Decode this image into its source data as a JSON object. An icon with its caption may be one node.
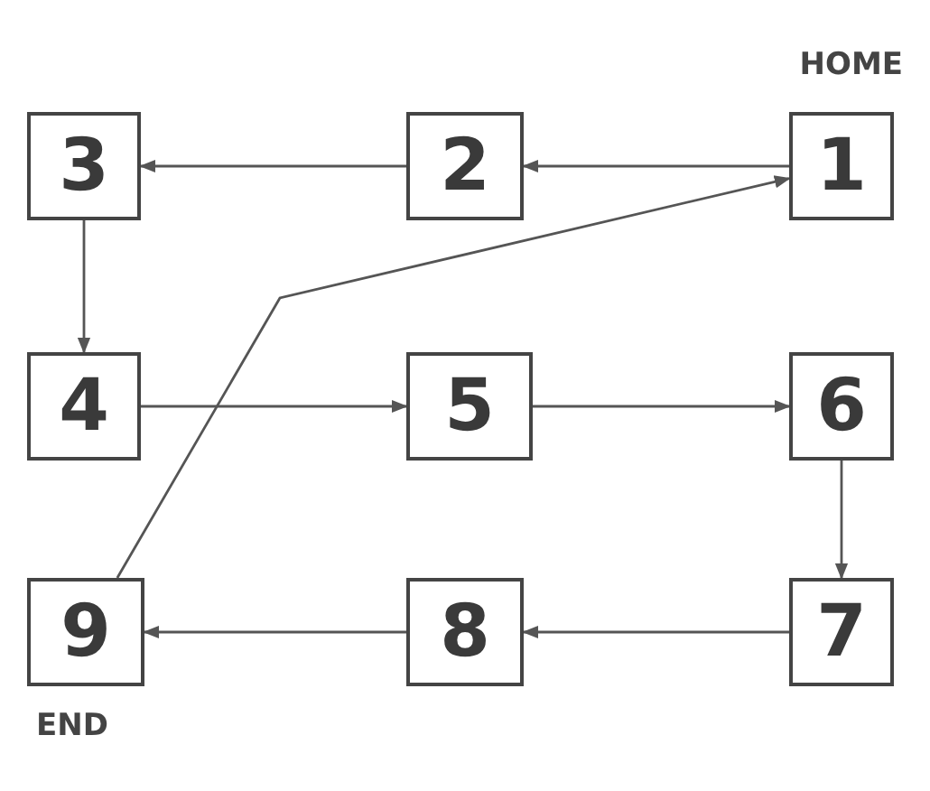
{
  "diagram": {
    "nodes": [
      {
        "text": [
          "1"
        ],
        "beside": [
          "HOME"
        ]
      },
      {
        "text": [
          "2"
        ]
      },
      {
        "text": [
          "3"
        ]
      },
      {
        "text": [
          "4"
        ]
      },
      {
        "text": [
          "5"
        ]
      },
      {
        "text": [
          "6"
        ]
      },
      {
        "text": [
          "7"
        ]
      },
      {
        "text": [
          "8"
        ]
      },
      {
        "text": [
          "9"
        ],
        "beside": [
          "END"
        ]
      }
    ],
    "edges": [
      {
        "from": 0,
        "to": 1,
        "arrow": "to"
      },
      {
        "from": 1,
        "to": 2,
        "arrow": "to"
      },
      {
        "from": 2,
        "to": 3,
        "arrow": "to"
      },
      {
        "from": 3,
        "to": 4,
        "arrow": "to"
      },
      {
        "from": 4,
        "to": 5,
        "arrow": "to"
      },
      {
        "from": 5,
        "to": 6,
        "arrow": "to"
      },
      {
        "from": 6,
        "to": 7,
        "arrow": "to"
      },
      {
        "from": 7,
        "to": 8,
        "arrow": "to"
      },
      {
        "from": 8,
        "to": 0,
        "arrow": "to"
      }
    ]
  }
}
